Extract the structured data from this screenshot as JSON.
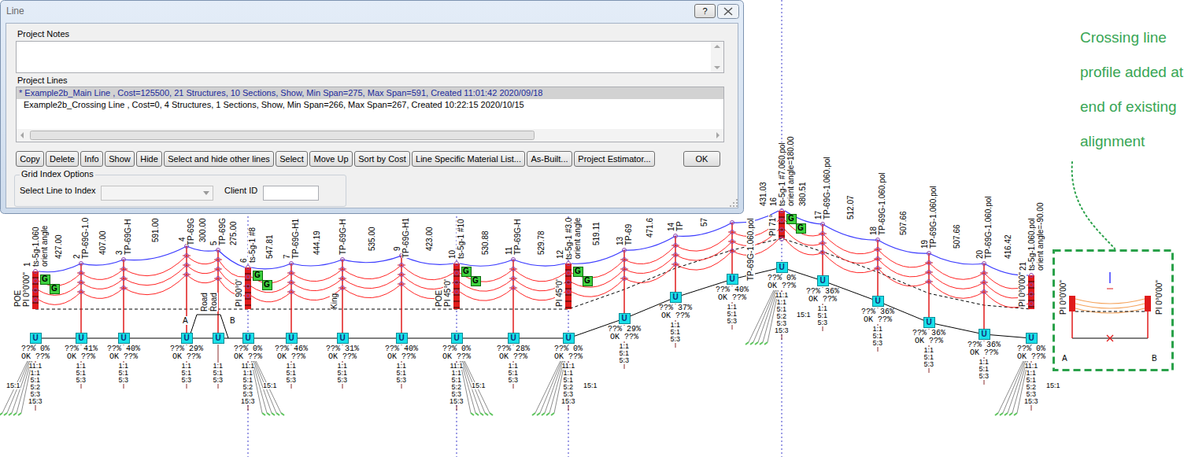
{
  "diagram": {
    "nodes": [
      {
        "text": [
          "Line",
          "Project Notes",
          "Project Lines"
        ]
      },
      {
        "text": [
          "?"
        ],
        "in": 0
      },
      {
        "text": [
          "* Example2b_Main Line , Cost=125500, 21 Structures, 10 Sections, Show, Min Span=275, Max Span=591, Created 11:01:42 2020/09/18",
          "Example2b_Crossing Line , Cost=0, 4 Structures, 1 Sections, Show, Min Span=266, Max Span=267, Created 10:22:15 2020/10/15"
        ],
        "in": 0
      },
      {
        "text": [
          "Copy"
        ],
        "in": 0
      },
      {
        "text": [
          "Delete"
        ],
        "in": 0
      },
      {
        "text": [
          "Info"
        ],
        "in": 0
      },
      {
        "text": [
          "Show"
        ],
        "in": 0
      },
      {
        "text": [
          "Hide"
        ],
        "in": 0
      },
      {
        "text": [
          "Select and hide other lines"
        ],
        "in": 0
      },
      {
        "text": [
          "Select"
        ],
        "in": 0
      },
      {
        "text": [
          "Move Up"
        ],
        "in": 0
      },
      {
        "text": [
          "Sort by Cost"
        ],
        "in": 0
      },
      {
        "text": [
          "Line Specific Material List..."
        ],
        "in": 0
      },
      {
        "text": [
          "As-Built..."
        ],
        "in": 0
      },
      {
        "text": [
          "Project Estimator..."
        ],
        "in": 0
      },
      {
        "text": [
          "OK"
        ],
        "in": 0
      },
      {
        "text": [
          "Grid Index Options",
          "Select Line to Index",
          "Client ID"
        ],
        "in": 0
      },
      {
        "text": [
          "G"
        ]
      },
      {
        "text": [
          "G"
        ]
      },
      {
        "text": [
          "U"
        ]
      },
      {
        "text": [
          "U"
        ]
      },
      {
        "text": [
          "U"
        ]
      },
      {
        "text": [
          "U"
        ]
      },
      {
        "text": [
          "U"
        ]
      },
      {
        "text": [
          "G"
        ]
      },
      {
        "text": [
          "G"
        ]
      },
      {
        "text": [
          "U"
        ]
      },
      {
        "text": [
          "U"
        ]
      },
      {
        "text": [
          "U"
        ]
      },
      {
        "text": [
          "U"
        ]
      },
      {
        "text": [
          "G"
        ]
      },
      {
        "text": [
          "G"
        ]
      },
      {
        "text": [
          "U"
        ]
      },
      {
        "text": [
          "U"
        ]
      },
      {
        "text": [
          "G"
        ]
      },
      {
        "text": [
          "G"
        ]
      },
      {
        "text": [
          "U"
        ]
      },
      {
        "text": [
          "U"
        ]
      },
      {
        "text": [
          "U"
        ]
      },
      {
        "text": [
          "U"
        ]
      },
      {
        "text": [
          "G"
        ]
      },
      {
        "text": [
          "G"
        ]
      },
      {
        "text": [
          "U"
        ]
      },
      {
        "text": [
          "U"
        ]
      },
      {
        "text": [
          "U"
        ]
      },
      {
        "text": [
          "U"
        ]
      },
      {
        "text": [
          "U"
        ]
      },
      {
        "text": [
          "U"
        ]
      }
    ],
    "labels": [
      "1",
      "ts-5g-1.060",
      "orient angle",
      "427.00",
      "2",
      "TP-69G-1.0",
      "407.00",
      "3",
      "TP-69G-H",
      "591.00",
      "4",
      "TP-69G",
      "300.00",
      "5",
      "TP-69G",
      "275.00",
      "6",
      "ts-5g-1 #8",
      "547.81",
      "7",
      "TP-69G-H1",
      "444.19",
      "TP-69G-H",
      "535.00",
      "9",
      "TP-69G-H1",
      "423.00",
      "10",
      "ts-5g-1 #10",
      "530.88",
      "11",
      "TP-69G-H",
      "529.78",
      "12",
      "ts-5g-1 #3.0",
      "orient angle",
      "519.11",
      "13",
      "TP-69",
      "471.6",
      "14",
      "TP",
      "57",
      "TP-69G-1.060.pol",
      "431.03",
      "16",
      "ts-5g-1 #7.060.pol",
      "orient angle=180.00",
      "380.51",
      "17",
      "TP-69G-1.060.pol",
      "512.07",
      "18",
      "TP-69G-1.060.pol",
      "507.66",
      "19",
      "TP-69G-1.060.pol",
      "507.66",
      "20",
      "TP-69G-1.060.pol",
      "416.42",
      "21",
      "ts-5g-1.060.pol",
      "orient angle=-90.00",
      "PI 0°0'00\"",
      "POE",
      "PI 90°0'",
      "PI 45°0'",
      "POE",
      "PI 45°0'",
      "PI 71°",
      "PI 0°0'00\"",
      "A",
      "Road",
      "Road",
      "B",
      "King",
      "??% 0%",
      "OK ??%",
      "??% 41%",
      "OK ??%",
      "??% 40%",
      "OK ??%",
      "??% 29%",
      "OK ??%",
      "??% 0%",
      "OK ??%",
      "??% 46%",
      "OK ??%",
      "??% 31%",
      "OK ??%",
      "??% 40%",
      "OK ??%",
      "??% 0%",
      "OK ??%",
      "??% 28%",
      "OK ??%",
      "??% 0%",
      "OK ??%",
      "??% 29%",
      "OK ??%",
      "??% 37%",
      "OK ??%",
      "??% 40%",
      "OK ??%",
      "??% 0%",
      "OK ??%",
      "??% 36%",
      "OK ??%",
      "??% 36%",
      "OK ??%",
      "??% 36%",
      "OK ??%",
      "??% 36%",
      "OK ??%",
      "??% 0%",
      "OK ??%",
      "11:1",
      "1:1",
      "5:1",
      "5:2",
      "5:3",
      "15:3",
      "15:1",
      "1:1",
      "5:1",
      "5:3",
      "1:1",
      "5:1",
      "5:3",
      "1:1",
      "5:1",
      "5:3",
      "1:1",
      "5:1",
      "5:3",
      "11:1",
      "1:1",
      "5:1",
      "5:2",
      "5:3",
      "15:3",
      "15:1",
      "1:1",
      "5:1",
      "5:3",
      "1:1",
      "5:1",
      "5:3",
      "1:1",
      "5:1",
      "5:3",
      "11:1",
      "1:1",
      "5:1",
      "5:2",
      "5:3",
      "15:3",
      "15:1",
      "1:1",
      "5:1",
      "5:3",
      "11:1",
      "1:1",
      "5:1",
      "5:2",
      "5:3",
      "15:3",
      "15:1",
      "1:1",
      "5:1",
      "5:3",
      "1:1",
      "5:1",
      "5:3",
      "1:1",
      "5:1",
      "5:3",
      "11:1",
      "1:1",
      "5:1",
      "5:2",
      "5:3",
      "15:3",
      "15:1",
      "1:1",
      "5:1",
      "5:3",
      "1:1",
      "5:1",
      "5:3",
      "1:1",
      "5:1",
      "5:3",
      "1:1",
      "5:1",
      "5:3",
      "11:1",
      "1:1",
      "5:1",
      "5:2",
      "5:3",
      "15:3",
      "15:1",
      "PI 0°0'00\"",
      "PI 0°0'00\"",
      "A",
      "B",
      "Crossing line profile added at end of existing alignment"
    ]
  }
}
